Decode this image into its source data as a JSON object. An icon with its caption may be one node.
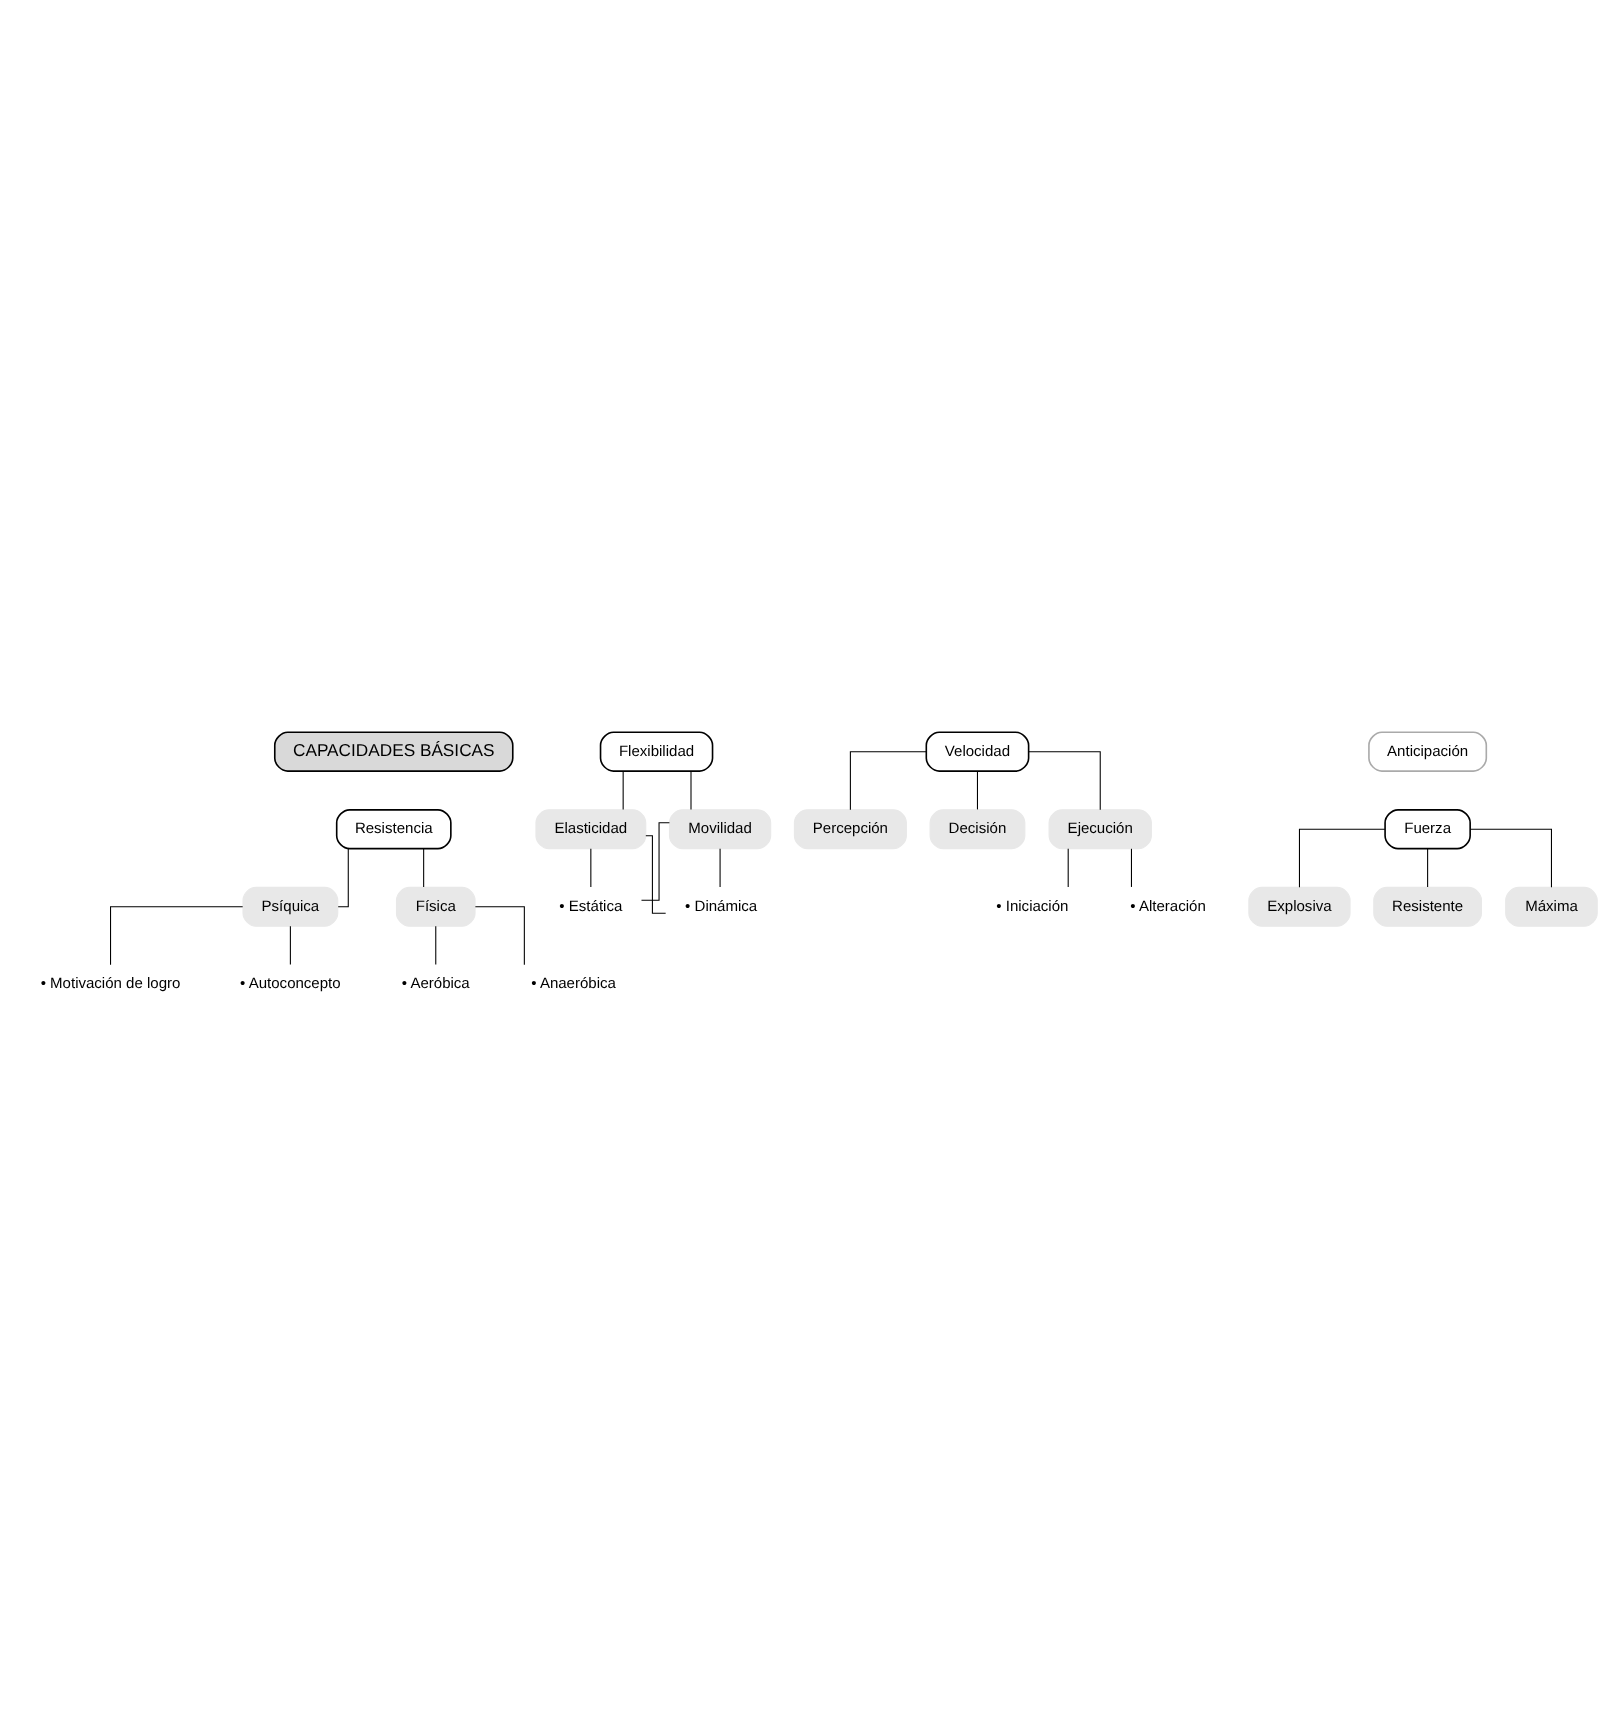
{
  "diagram": {
    "nodes": [
      {
        "text": [
          "CAPACIDADES BÁSICAS"
        ]
      },
      {
        "text": [
          "Resistencia"
        ]
      },
      {
        "text": [
          "Psíquica"
        ]
      },
      {
        "text": [
          "Física"
        ]
      },
      {
        "text": [
          "• Motivación de logro"
        ]
      },
      {
        "text": [
          "• Autoconcepto"
        ]
      },
      {
        "text": [
          "• Aeróbica"
        ]
      },
      {
        "text": [
          "• Anaeróbica"
        ]
      },
      {
        "text": [
          "Flexibilidad"
        ]
      },
      {
        "text": [
          "Elasticidad"
        ]
      },
      {
        "text": [
          "Movilidad"
        ]
      },
      {
        "text": [
          "• Estática"
        ]
      },
      {
        "text": [
          "• Dinámica"
        ]
      },
      {
        "text": [
          "Velocidad"
        ]
      },
      {
        "text": [
          "Percepción"
        ]
      },
      {
        "text": [
          "Decisión"
        ]
      },
      {
        "text": [
          "Ejecución"
        ]
      },
      {
        "text": [
          "Anticipación"
        ]
      },
      {
        "text": [
          "• Iniciación"
        ]
      },
      {
        "text": [
          "• Alteración"
        ]
      },
      {
        "text": [
          "Fuerza"
        ]
      },
      {
        "text": [
          "Explosiva"
        ]
      },
      {
        "text": [
          "Resistente"
        ]
      },
      {
        "text": [
          "Máxima"
        ]
      }
    ],
    "edges": [
      {
        "from": 1,
        "to": 2,
        "arrow": "none"
      },
      {
        "from": 1,
        "to": 3,
        "arrow": "none"
      },
      {
        "from": 2,
        "to": 4,
        "arrow": "none"
      },
      {
        "from": 2,
        "to": 5,
        "arrow": "none"
      },
      {
        "from": 3,
        "to": 6,
        "arrow": "none"
      },
      {
        "from": 3,
        "to": 7,
        "arrow": "none"
      },
      {
        "from": 8,
        "to": 9,
        "arrow": "none"
      },
      {
        "from": 8,
        "to": 10,
        "arrow": "none"
      },
      {
        "from": 9,
        "to": 11,
        "arrow": "none"
      },
      {
        "from": 9,
        "to": 12,
        "arrow": "none"
      },
      {
        "from": 10,
        "to": 11,
        "arrow": "none"
      },
      {
        "from": 10,
        "to": 12,
        "arrow": "none"
      },
      {
        "from": 13,
        "to": 14,
        "arrow": "none"
      },
      {
        "from": 13,
        "to": 15,
        "arrow": "none"
      },
      {
        "from": 13,
        "to": 16,
        "arrow": "none"
      },
      {
        "from": 16,
        "to": 18,
        "arrow": "none"
      },
      {
        "from": 16,
        "to": 19,
        "arrow": "none"
      },
      {
        "from": 20,
        "to": 21,
        "arrow": "none"
      },
      {
        "from": 20,
        "to": 22,
        "arrow": "none"
      },
      {
        "from": 20,
        "to": 23,
        "arrow": "none"
      }
    ]
  }
}
